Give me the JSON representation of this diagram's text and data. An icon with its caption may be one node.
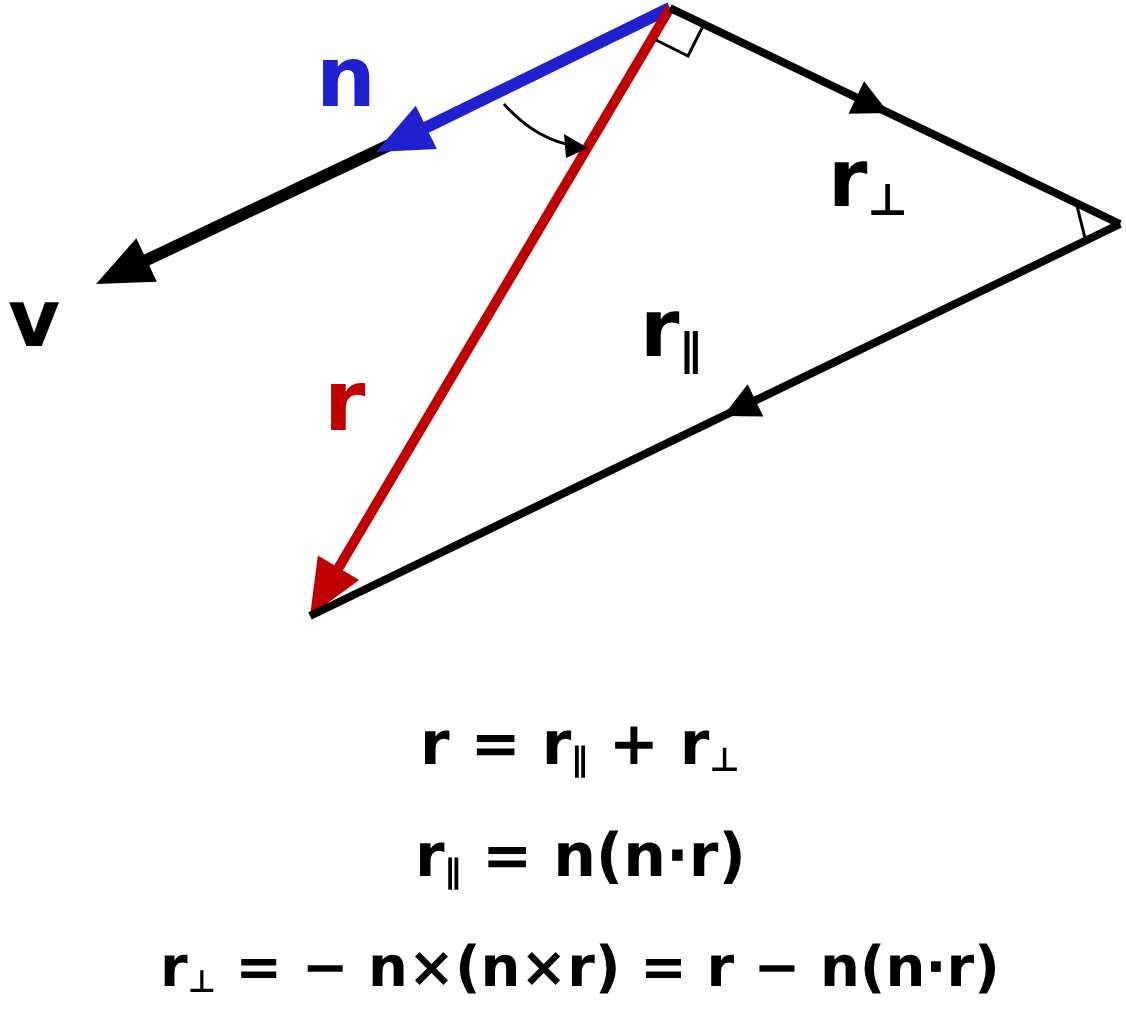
{
  "diagram": {
    "labels": [
      "n",
      "v",
      "r$_{⊥}$",
      "r$_{∥}$",
      "r",
      "r = r$_{∥}$ + r$_{⊥}$",
      "r$_{∥}$ = n(n·r)",
      "r$_{⊥}$ = − n×(n×r) = r − n(n·r)"
    ]
  }
}
